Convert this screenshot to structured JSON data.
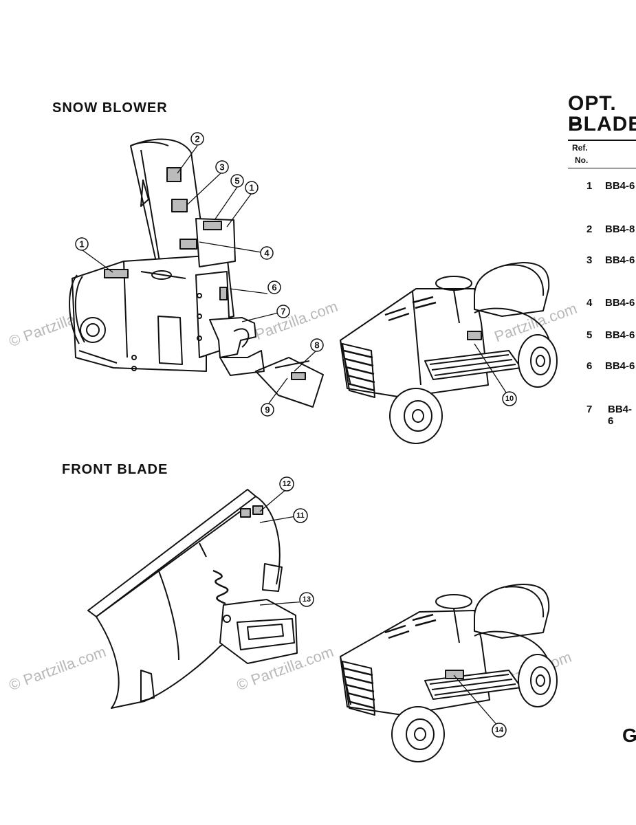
{
  "sections": {
    "snow_blower_title": "SNOW BLOWER",
    "front_blade_title": "FRONT BLADE"
  },
  "panel": {
    "title_line1": "OPT. P",
    "title_line2": "BLADE",
    "ref_header": "Ref.",
    "no_header": "No.",
    "rows": [
      {
        "ref": "1",
        "part": "BB4-6"
      },
      {
        "ref": "2",
        "part": "BB4-8"
      },
      {
        "ref": "3",
        "part": "BB4-6"
      },
      {
        "ref": "4",
        "part": "BB4-6"
      },
      {
        "ref": "5",
        "part": "BB4-6"
      },
      {
        "ref": "6",
        "part": "BB4-6"
      },
      {
        "ref": "7",
        "part": "BB4-6"
      }
    ],
    "corner_letter": "G"
  },
  "callouts": [
    "2",
    "3",
    "5",
    "1",
    "1",
    "4",
    "6",
    "7",
    "8",
    "9",
    "10",
    "12",
    "11",
    "13",
    "14"
  ],
  "watermarks": {
    "text": "© Partzilla.com",
    "text_short": "Partzilla.com"
  }
}
